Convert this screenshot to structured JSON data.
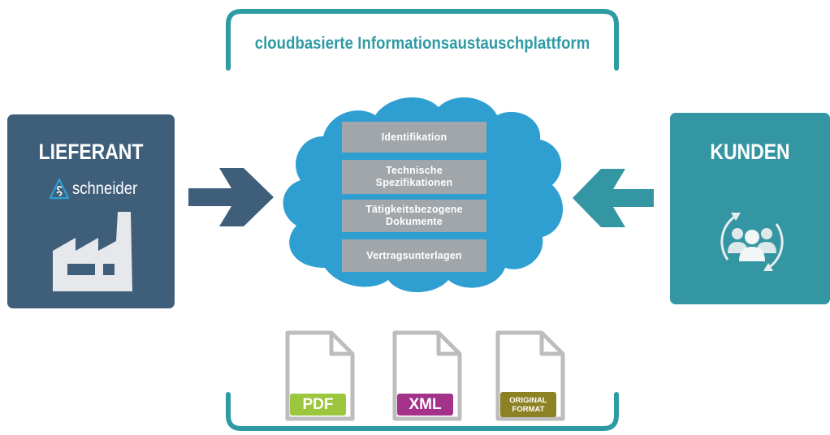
{
  "platform": {
    "title": "cloudbasierte Informationsaustauschplattform"
  },
  "supplier": {
    "title": "LIEFERANT",
    "brand_name": "schneider",
    "icon": "factory-icon",
    "color": "#3f5e7a"
  },
  "customer": {
    "title": "KUNDEN",
    "icon": "customer-group-cycle-icon",
    "color": "#3596a3"
  },
  "cloud": {
    "color": "#2f9fd2",
    "items": [
      "Identifikation",
      "Technische\nSpezifikationen",
      "Tätigkeitsbezogene\nDokumente",
      "Vertragsunterlagen"
    ]
  },
  "file_formats": [
    {
      "label": "PDF",
      "color": "#9cc63e"
    },
    {
      "label": "XML",
      "color": "#a5328a"
    },
    {
      "label": "ORIGINAL\nFORMAT",
      "color": "#8c8224"
    }
  ],
  "accent_color": "#2e9aa3"
}
